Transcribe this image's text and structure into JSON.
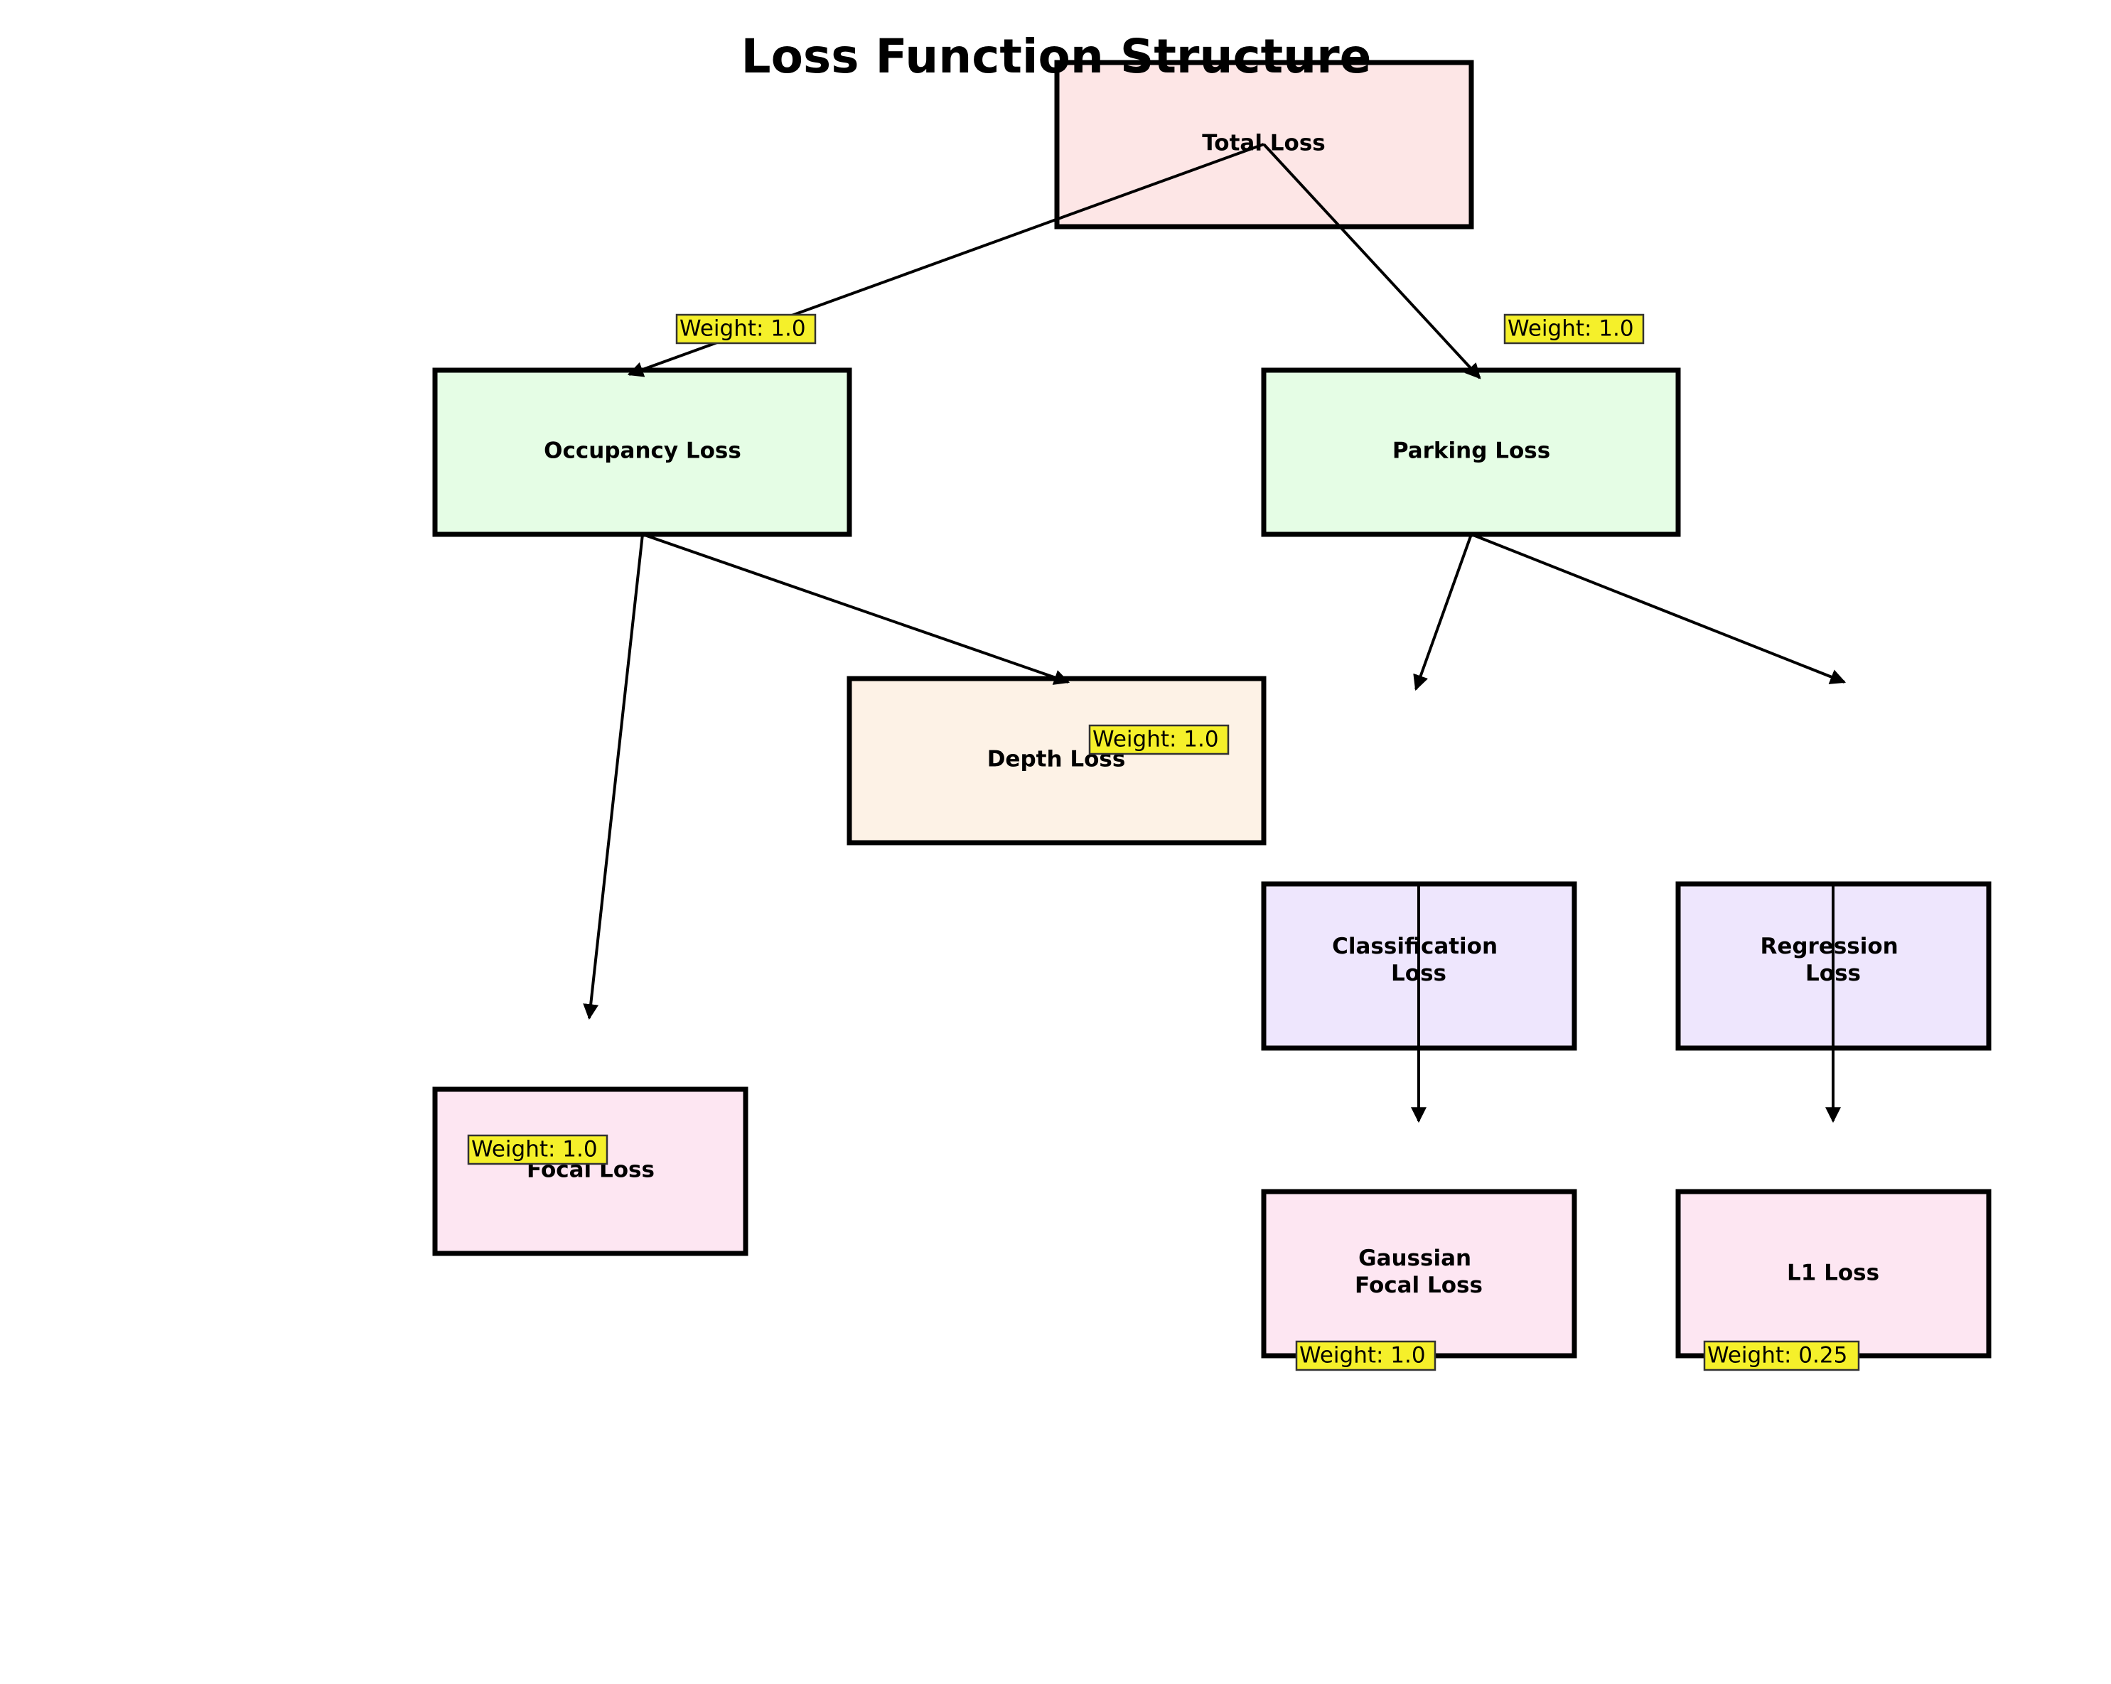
{
  "title": "Loss Function Structure",
  "colors": {
    "total": "#fde6e6",
    "mid": "#e5fde5",
    "depth": "#fdf2e6",
    "sub": "#eee6fd",
    "leaf": "#fde6f2",
    "weight_badge": "#f5f02a"
  },
  "nodes": {
    "total_loss": "Total Loss",
    "occupancy_loss": "Occupancy Loss",
    "parking_loss": "Parking Loss",
    "depth_loss": "Depth Loss",
    "classification_loss": [
      "Classification",
      "Loss"
    ],
    "regression_loss": [
      "Regression",
      "Loss"
    ],
    "focal_loss": "Focal Loss",
    "gaussian_focal_loss": [
      "Gaussian",
      "Focal Loss"
    ],
    "l1_loss": "L1 Loss"
  },
  "weights": {
    "occupancy": "Weight: 1.0",
    "parking": "Weight: 1.0",
    "depth": "Weight: 1.0",
    "focal": "Weight: 1.0",
    "gaussian_focal": "Weight: 1.0",
    "l1": "Weight: 0.25"
  }
}
